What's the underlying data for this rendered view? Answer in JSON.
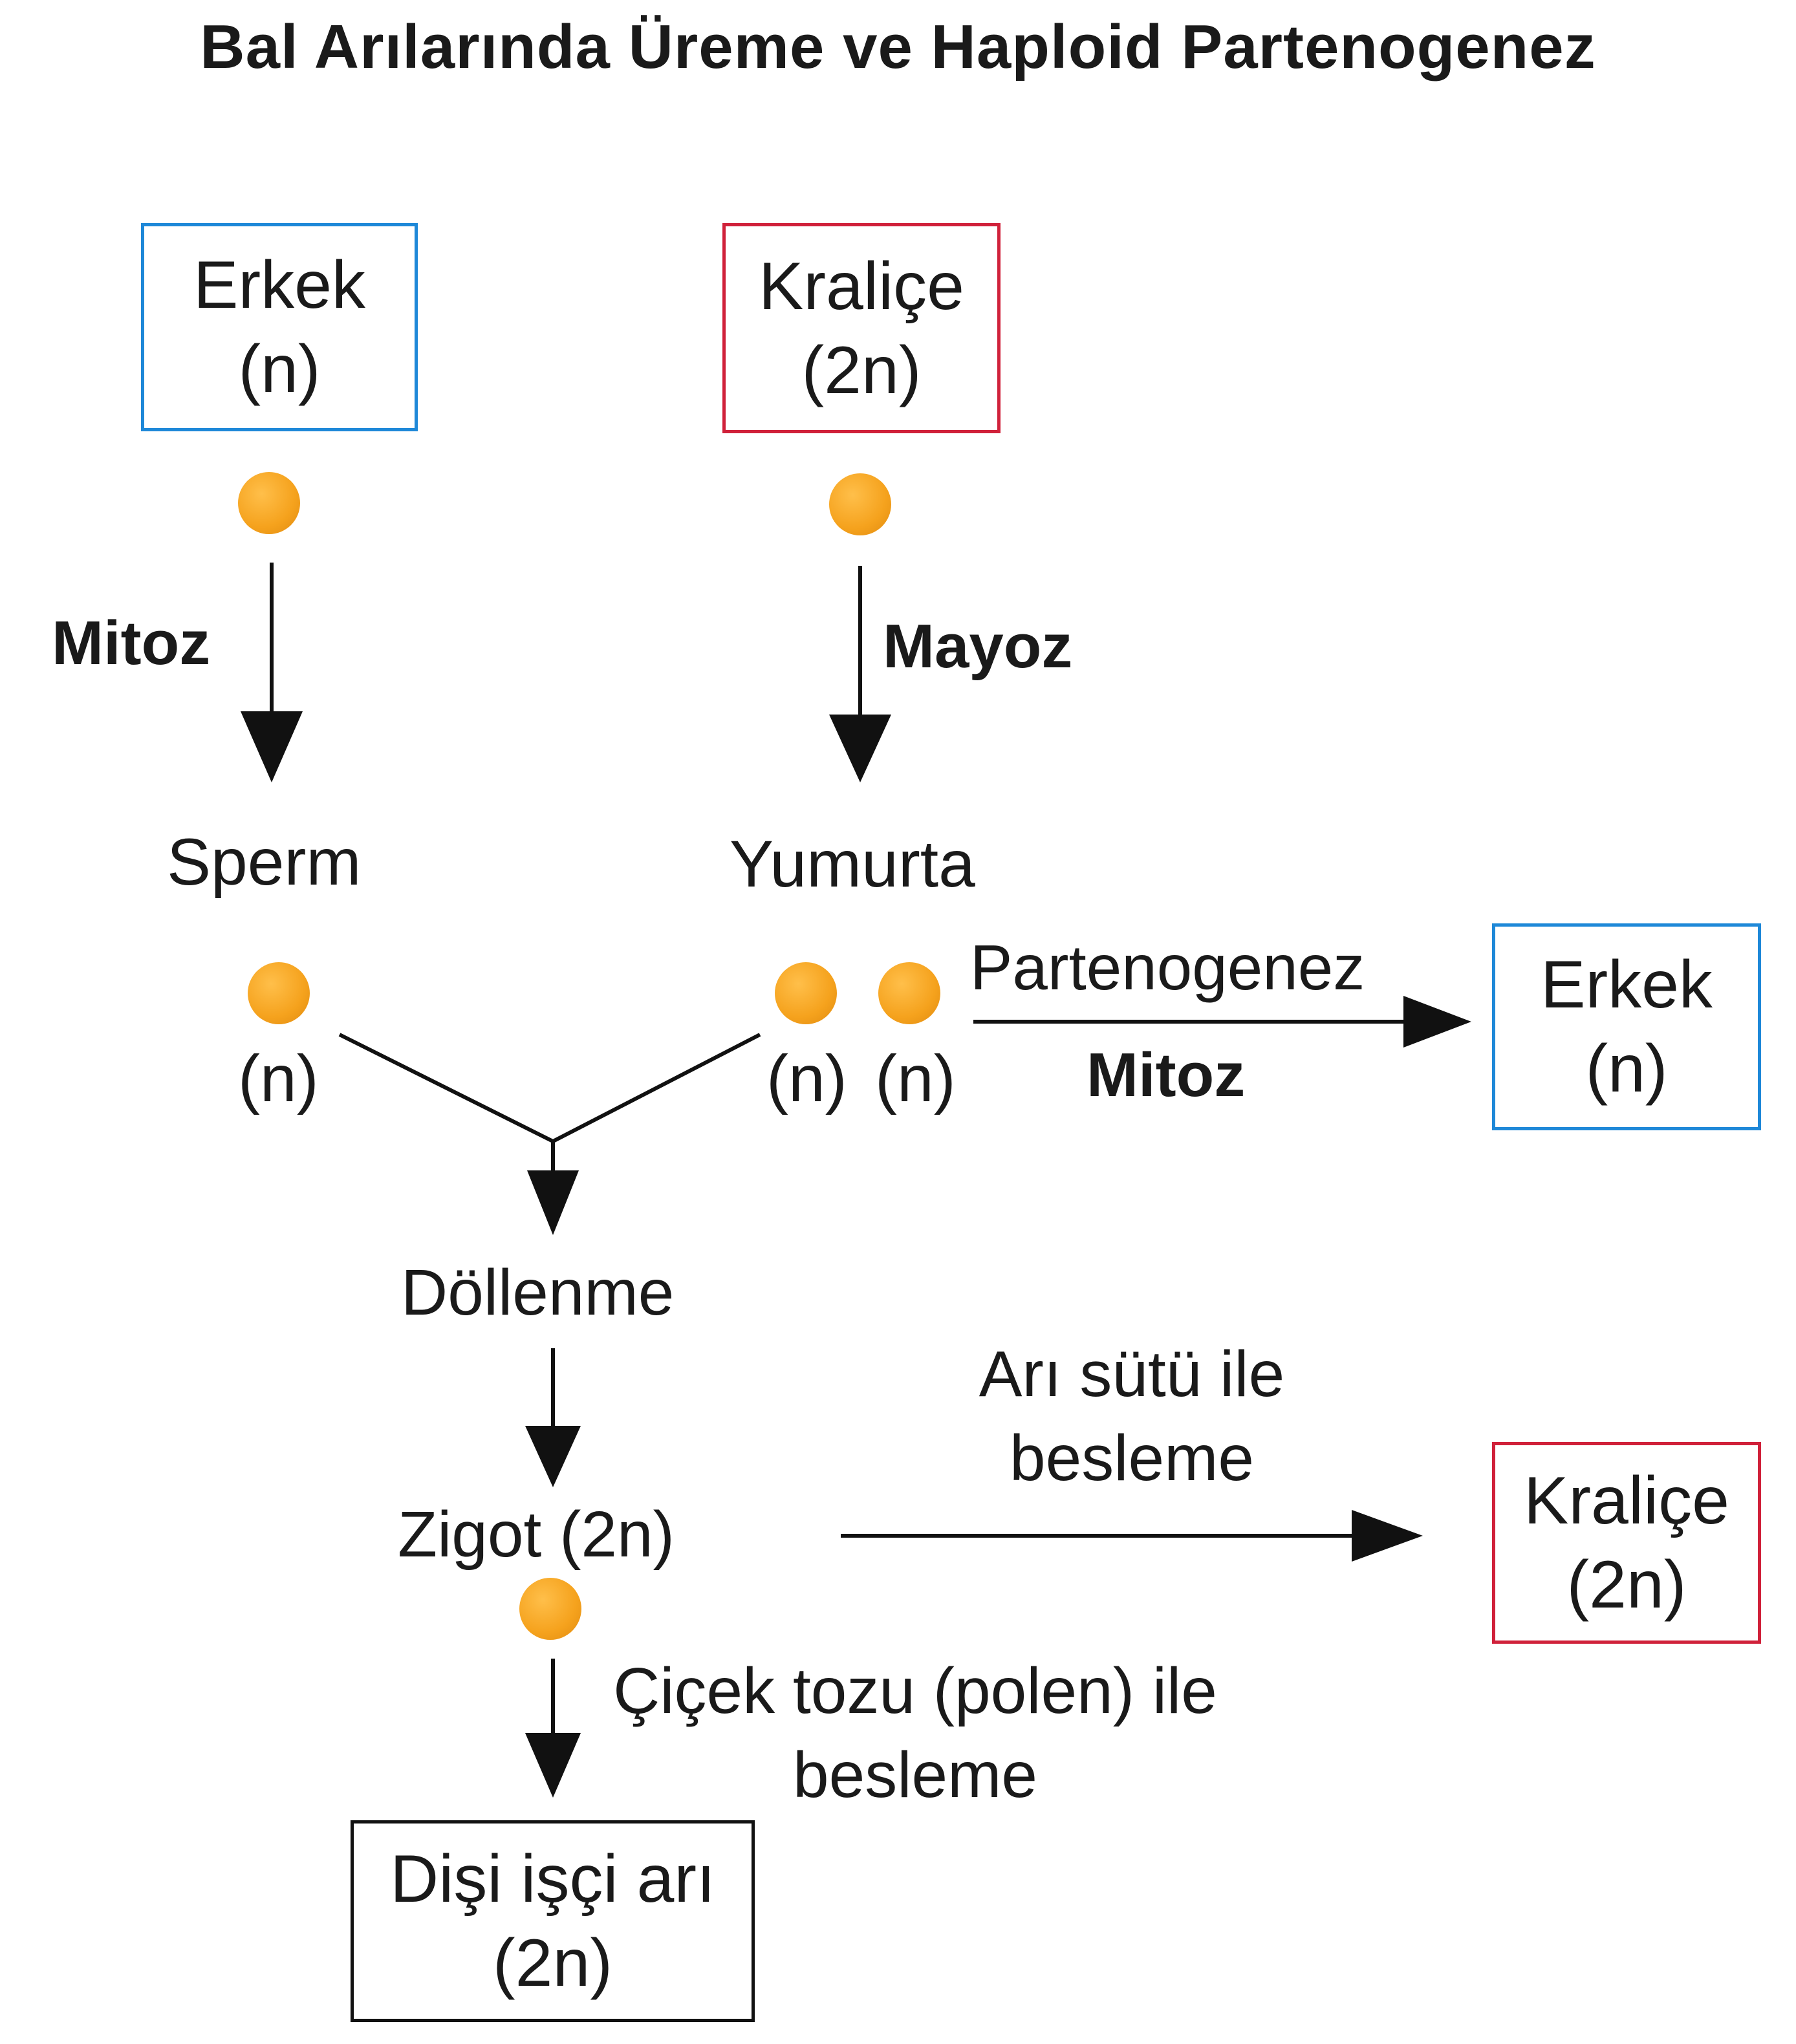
{
  "title": "Bal Arılarında Üreme ve Haploid Partenogenez",
  "colors": {
    "male_border": "#1e88d8",
    "queen_border": "#d0213a",
    "worker_border": "#111111",
    "cell_dot": "#f5a21d",
    "arrow": "#111111"
  },
  "nodes": {
    "male_parent": {
      "name": "Erkek",
      "ploidy": "(n)"
    },
    "queen_parent": {
      "name": "Kraliçe",
      "ploidy": "(2n)"
    },
    "sperm": {
      "name": "Sperm",
      "ploidy": "(n)"
    },
    "egg": {
      "name": "Yumurta",
      "ploidy_a": "(n)",
      "ploidy_b": "(n)"
    },
    "fertilization": {
      "name": "Döllenme"
    },
    "zygote": {
      "name": "Zigot (2n)"
    },
    "male_offspring": {
      "name": "Erkek",
      "ploidy": "(n)"
    },
    "queen_offspring": {
      "name": "Kraliçe",
      "ploidy": "(2n)"
    },
    "worker": {
      "name": "Dişi işçi arı",
      "ploidy": "(2n)"
    }
  },
  "processes": {
    "male_division": "Mitoz",
    "queen_division": "Mayoz",
    "parthenogenesis": "Partenogenez",
    "parthenogenesis_division": "Mitoz",
    "royal_jelly_line1": "Arı sütü ile",
    "royal_jelly_line2": "besleme",
    "pollen_line1": "Çiçek tozu (polen) ile",
    "pollen_line2": "besleme"
  }
}
